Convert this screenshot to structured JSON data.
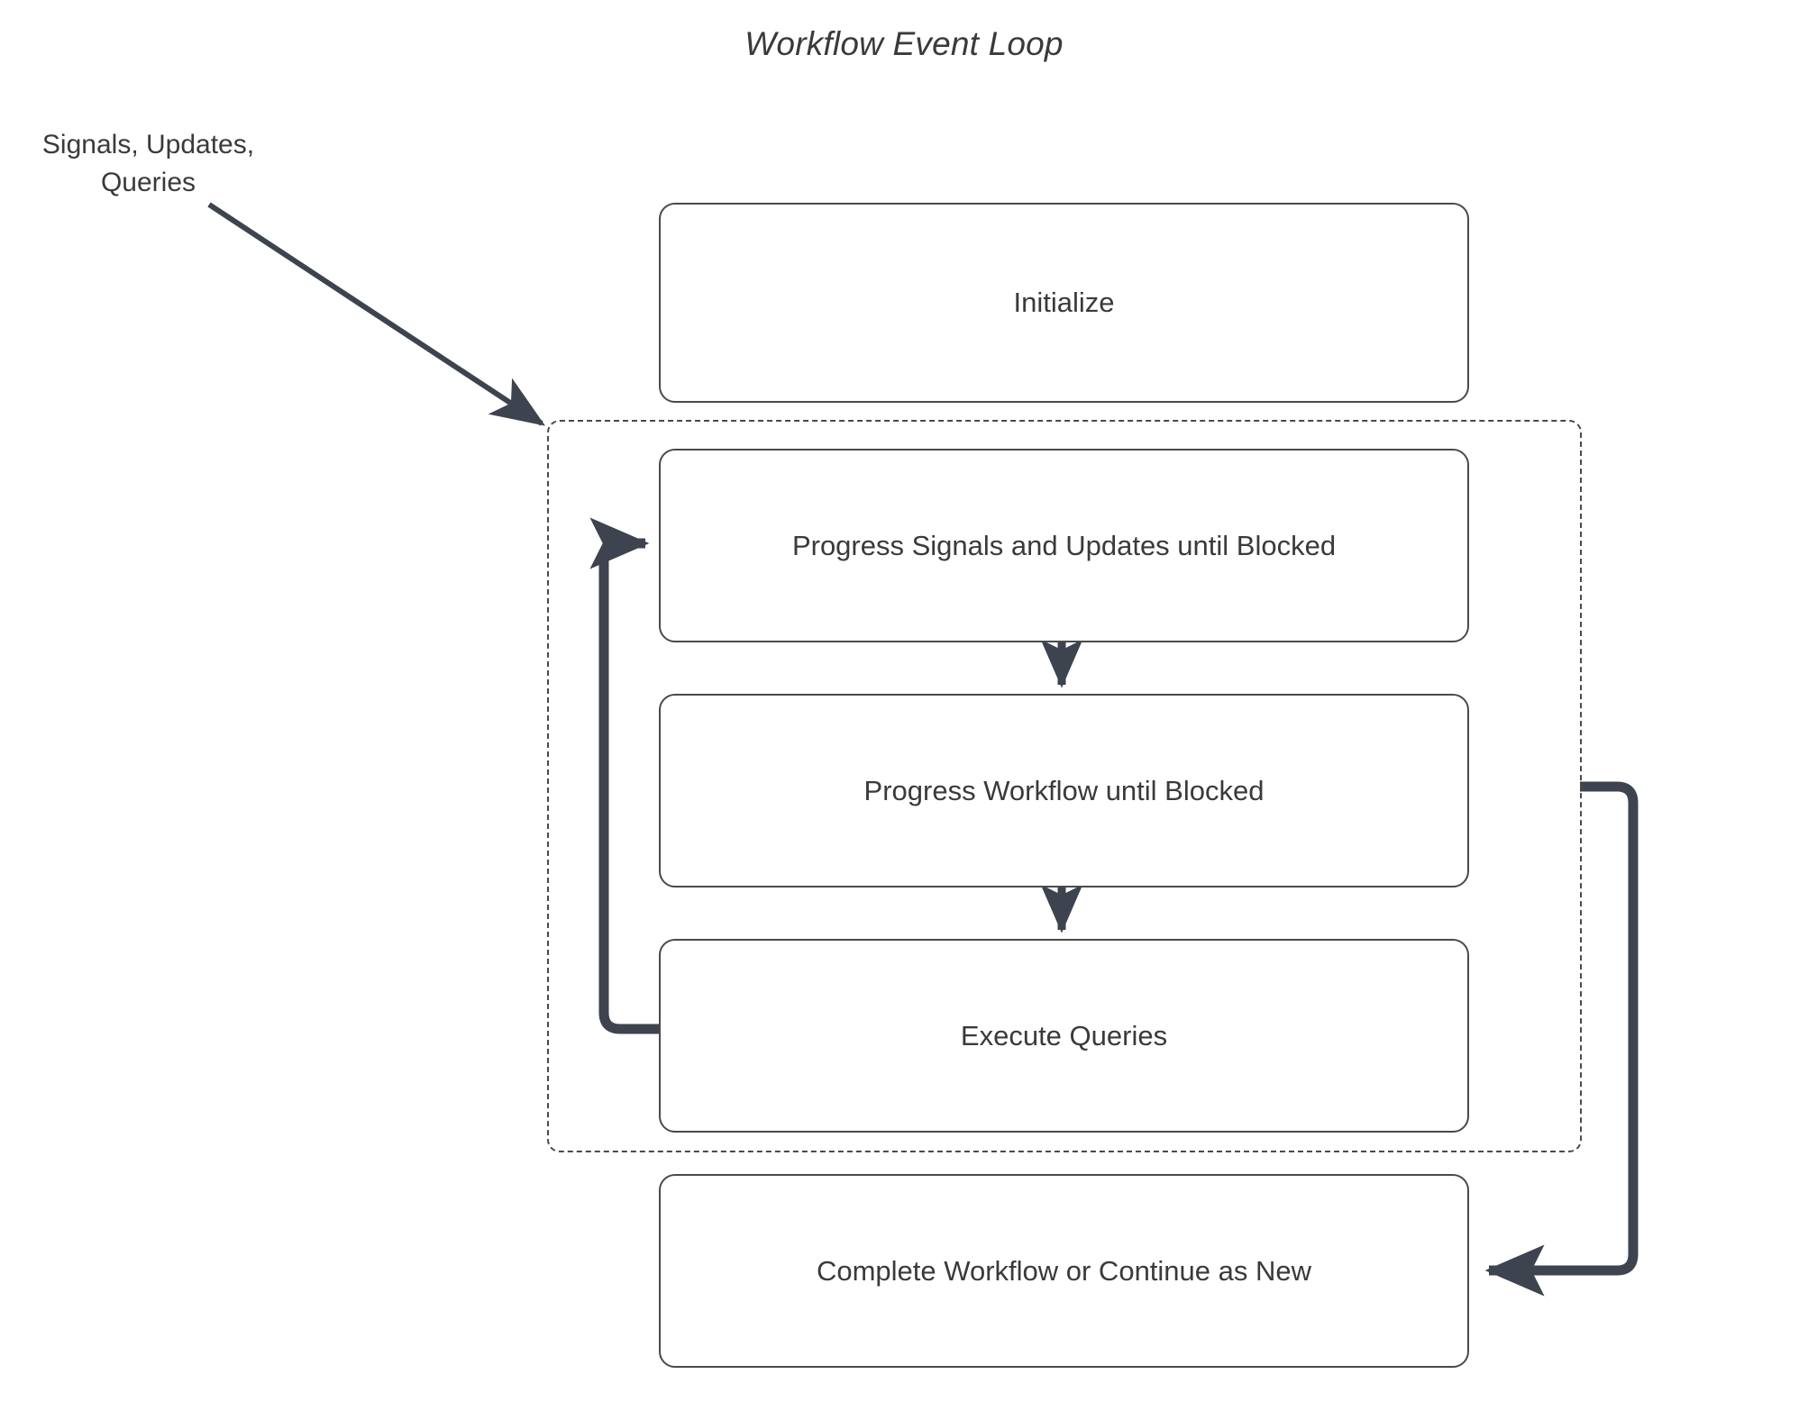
{
  "diagram": {
    "title": "Workflow Event Loop",
    "type": "flowchart",
    "external_input_label": "Signals, Updates,\nQueries",
    "colors": {
      "background": "#ffffff",
      "node_border": "#4a4a4a",
      "node_fill": "#ffffff",
      "text": "#3a3a3a",
      "arrow": "#3d434f",
      "dashed_border": "#4a4a4a"
    },
    "nodes": [
      {
        "id": "initialize",
        "label": "Initialize"
      },
      {
        "id": "progress-signals",
        "label": "Progress Signals and Updates until Blocked"
      },
      {
        "id": "progress-workflow",
        "label": "Progress Workflow until Blocked"
      },
      {
        "id": "execute-queries",
        "label": "Execute Queries"
      },
      {
        "id": "complete-workflow",
        "label": "Complete Workflow or Continue as New"
      }
    ],
    "loop_group": {
      "id": "event-loop-group",
      "style": "dashed",
      "members": [
        "progress-signals",
        "progress-workflow",
        "execute-queries"
      ]
    },
    "edges": [
      {
        "from": "external-input",
        "to": "event-loop-group",
        "style": "diagonal-arrow"
      },
      {
        "from": "progress-signals",
        "to": "progress-workflow",
        "style": "vertical-arrow"
      },
      {
        "from": "progress-workflow",
        "to": "execute-queries",
        "style": "vertical-arrow"
      },
      {
        "from": "execute-queries",
        "to": "progress-signals",
        "style": "left-feedback-loop"
      },
      {
        "from": "event-loop-group",
        "to": "complete-workflow",
        "style": "right-exit-loop"
      }
    ]
  }
}
